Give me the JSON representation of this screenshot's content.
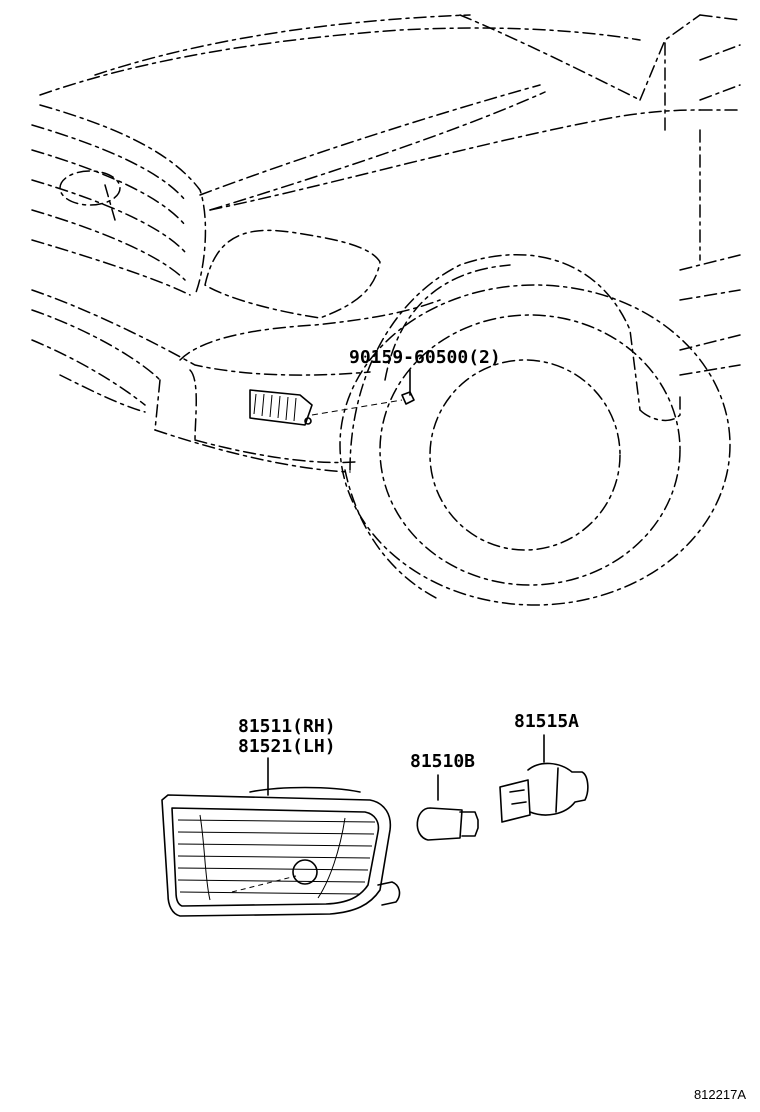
{
  "labels": {
    "screw": "90159-60500(2)",
    "lamp_rh": "81511(RH)",
    "lamp_lh": "81521(LH)",
    "bulb": "81510B",
    "socket": "81515A"
  },
  "illustration_code": "812217A"
}
